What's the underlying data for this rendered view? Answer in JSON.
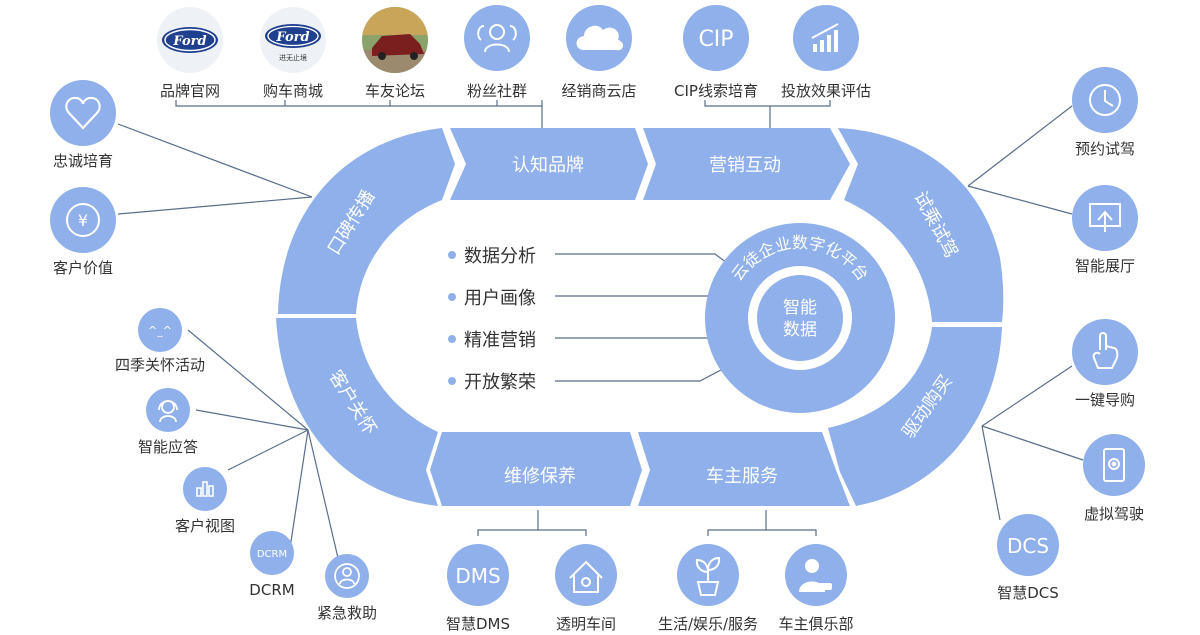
{
  "colors": {
    "primary": "#8fb0ea",
    "dark": "#7a9de2",
    "light": "#bdd0f3",
    "line": "#5a6e8a",
    "text": "#333333"
  },
  "segments": {
    "top1": "认知品牌",
    "top2": "营销互动",
    "right_top": "试乘试驾",
    "right_bottom": "驱动购买",
    "bottom2": "车主服务",
    "bottom1": "维修保养",
    "left_bottom": "客户关怀",
    "left_top": "口碑传播"
  },
  "features": [
    "数据分析",
    "用户画像",
    "精准营销",
    "开放繁荣"
  ],
  "center": {
    "ring_text": "云徒企业数字化平台",
    "core_line1": "智能",
    "core_line2": "数据"
  },
  "top_nodes": [
    {
      "label": "品牌官网",
      "icon": "ford-logo-icon",
      "logo_text": "Ford"
    },
    {
      "label": "购车商城",
      "icon": "ford-logo-icon",
      "logo_text": "Ford",
      "sub_text": "进无止境"
    },
    {
      "label": "车友论坛",
      "icon": "car-photo-icon"
    },
    {
      "label": "粉丝社群",
      "icon": "group-icon"
    },
    {
      "label": "经销商云店",
      "icon": "cloud-icon"
    },
    {
      "label": "CIP线索培育",
      "icon": "cip-icon",
      "icon_text": "CIP"
    },
    {
      "label": "投放效果评估",
      "icon": "bar-chart-icon"
    }
  ],
  "left_nodes": [
    {
      "label": "忠诚培育",
      "icon": "heart-icon"
    },
    {
      "label": "客户价值",
      "icon": "yen-icon"
    }
  ],
  "left_lower_nodes": [
    {
      "label": "四季关怀活动",
      "icon": "smile-icon",
      "icon_text": "^_^"
    },
    {
      "label": "智能应答",
      "icon": "support-icon"
    },
    {
      "label": "客户视图",
      "icon": "chart-bars-icon"
    },
    {
      "label": "DCRM",
      "icon": "dcrm-icon",
      "icon_text": "DCRM"
    },
    {
      "label": "紧急救助",
      "icon": "rescue-icon"
    }
  ],
  "right_nodes": [
    {
      "label": "预约试驾",
      "icon": "clock-icon"
    },
    {
      "label": "智能展厅",
      "icon": "screen-icon"
    },
    {
      "label": "一键导购",
      "icon": "touch-icon"
    },
    {
      "label": "虚拟驾驶",
      "icon": "phone-icon"
    },
    {
      "label": "智慧DCS",
      "icon": "dcs-icon",
      "icon_text": "DCS"
    }
  ],
  "bottom_nodes": [
    {
      "label": "智慧DMS",
      "icon": "dms-icon",
      "icon_text": "DMS"
    },
    {
      "label": "透明车间",
      "icon": "workshop-icon"
    },
    {
      "label": "生活/娱乐/服务",
      "icon": "plant-icon"
    },
    {
      "label": "车主俱乐部",
      "icon": "owner-icon"
    }
  ]
}
